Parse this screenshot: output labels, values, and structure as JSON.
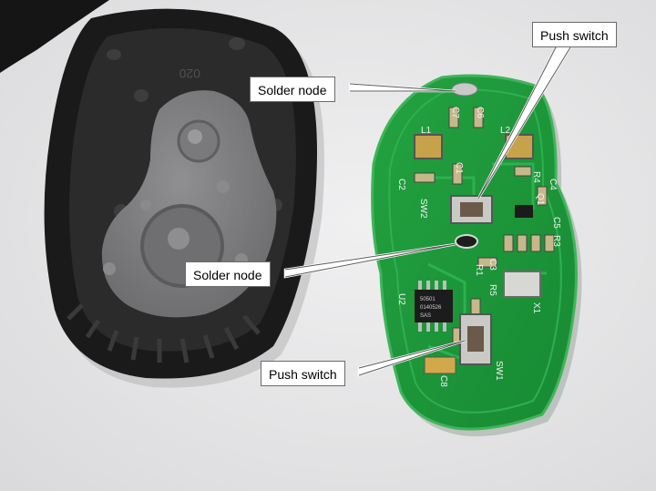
{
  "callouts": {
    "solder_node_top": "Solder node",
    "solder_node_mid": "Solder node",
    "push_switch_top": "Push switch",
    "push_switch_bottom": "Push switch"
  },
  "board_labels": [
    "C7",
    "C6",
    "L1",
    "L2",
    "C1",
    "C2",
    "R4",
    "C4",
    "SW2",
    "Q1",
    "C5",
    "R3",
    "R1",
    "C3",
    "R5",
    "U2",
    "X1",
    "C8",
    "SW1"
  ],
  "chip_markings": [
    "50501",
    "0140526",
    "SAS"
  ],
  "housing_marking": "020",
  "colors": {
    "background": "#e9e9ea",
    "pcb_green": "#1f9a3a",
    "pcb_edge": "#3fb55a",
    "housing": "#1a1a1a",
    "rubber_pad": "#7e7e80"
  }
}
